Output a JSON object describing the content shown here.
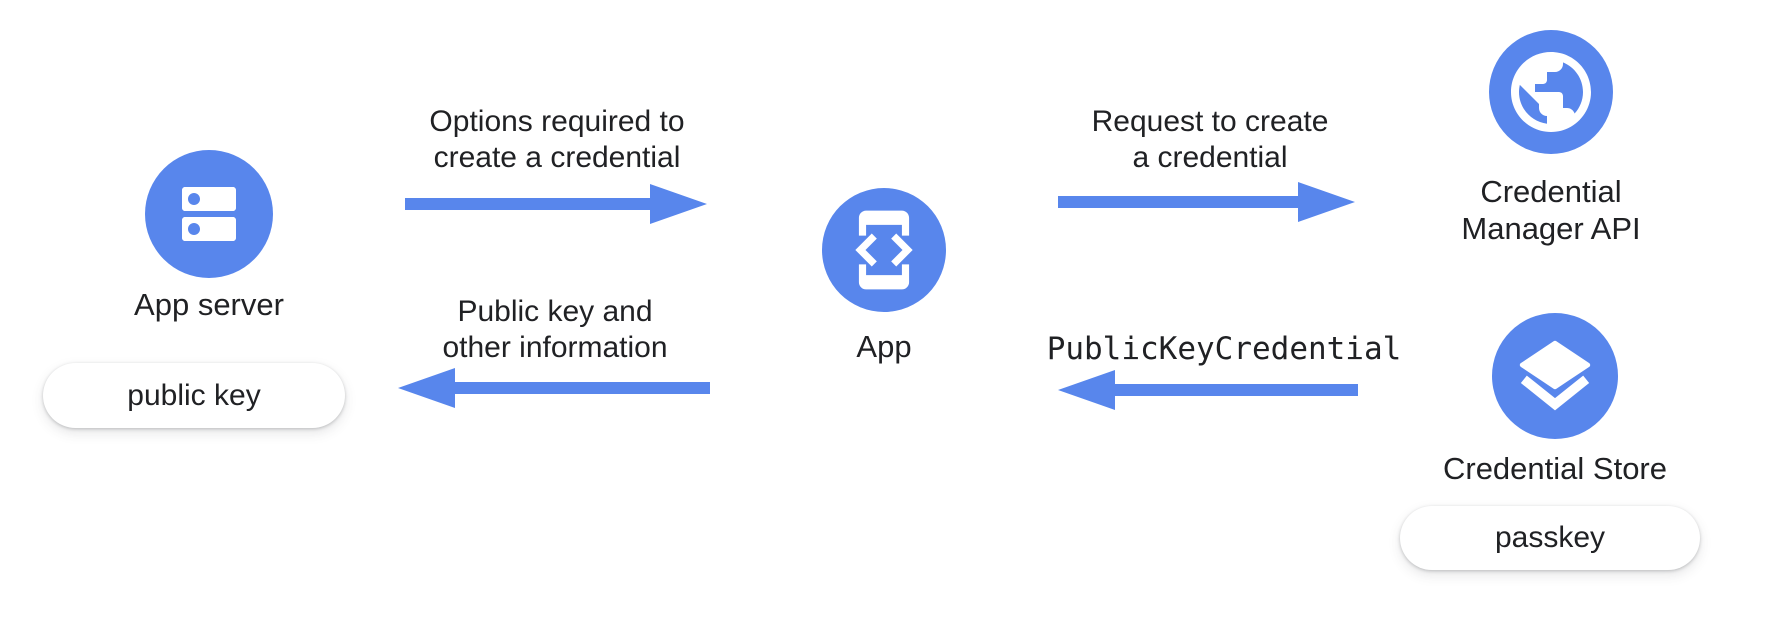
{
  "colors": {
    "accent_blue": "#5886ec",
    "text": "#202124",
    "background": "#ffffff",
    "pill_background": "#ffffff",
    "icon_foreground": "#ffffff"
  },
  "nodes": {
    "app_server": {
      "label": "App server",
      "icon": "server-icon",
      "badge": "public key"
    },
    "app": {
      "label": "App",
      "icon": "phone-code-icon"
    },
    "credential_manager": {
      "label": "Credential\nManager API",
      "icon": "globe-icon"
    },
    "credential_store": {
      "label": "Credential Store",
      "icon": "layers-icon",
      "badge": "passkey"
    }
  },
  "arrows": {
    "options": {
      "direction": "right",
      "label": "Options required to\ncreate a credential"
    },
    "public_key": {
      "direction": "left",
      "label": "Public key and\nother information"
    },
    "request": {
      "direction": "right",
      "label": "Request to create\na credential"
    },
    "pkc": {
      "direction": "left",
      "label": "PublicKeyCredential",
      "style": "monospace"
    }
  }
}
